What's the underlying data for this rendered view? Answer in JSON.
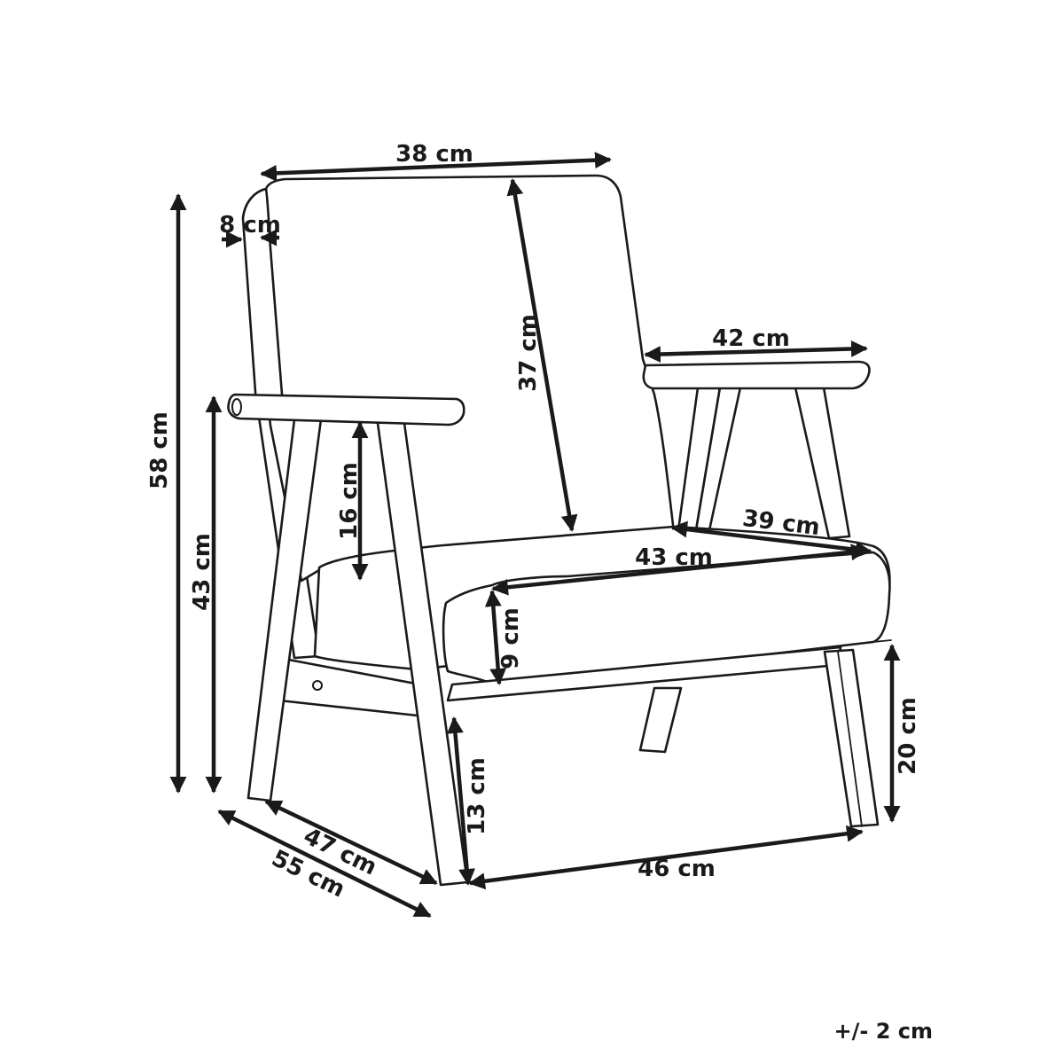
{
  "dimensions": {
    "backrest_width": "38 cm",
    "frame_thickness": "8 cm",
    "backrest_height": "37 cm",
    "armrest_length": "42 cm",
    "total_height": "58 cm",
    "armrest_height": "43 cm",
    "armrest_to_seat": "16 cm",
    "seat_depth": "39 cm",
    "seat_width": "43 cm",
    "cushion_thickness": "9 cm",
    "seat_clearance": "20 cm",
    "leg_clearance": "13 cm",
    "inner_depth": "47 cm",
    "total_depth": "55 cm",
    "total_width": "46 cm"
  },
  "tolerance": "+/- 2 cm",
  "colors": {
    "line": "#1a1a1a",
    "background": "#ffffff"
  }
}
